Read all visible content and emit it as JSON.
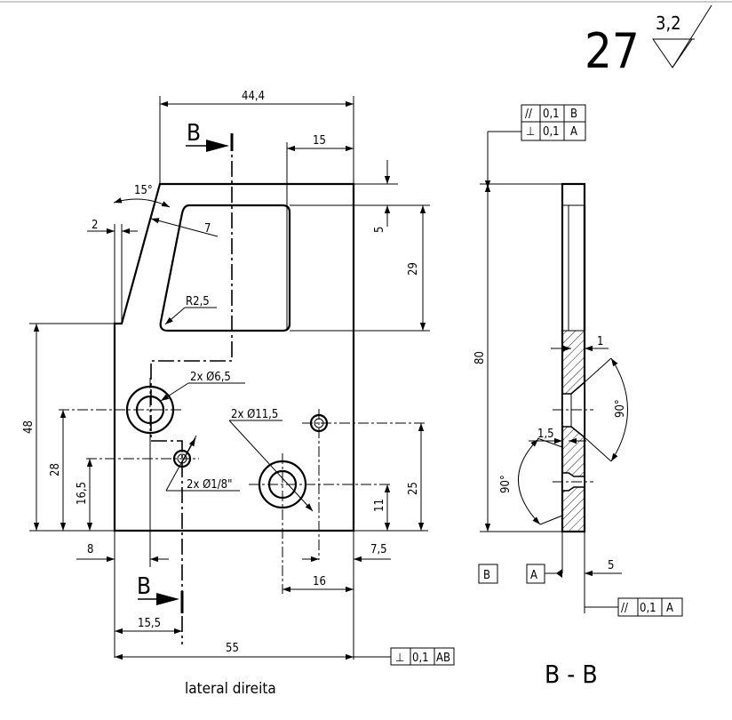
{
  "title_block": {
    "quantity": "27",
    "roughness": "3,2"
  },
  "section_mark": "B",
  "views": {
    "lateral": {
      "caption": "lateral direita",
      "dims": {
        "w_top": "44,4",
        "w_15": "15",
        "angle": "15°",
        "d2": "2",
        "d7": "7",
        "d5": "5",
        "d29": "29",
        "r": "R2,5",
        "holes_65": "2x Ø6,5",
        "holes_115": "2x Ø11,5",
        "holes_18": "2x Ø1/8\"",
        "d48": "48",
        "d28": "28",
        "d165": "16,5",
        "d25": "25",
        "d11": "11",
        "d8": "8",
        "d75": "7,5",
        "d16": "16",
        "d155": "15,5",
        "d55": "55"
      },
      "fcf_bottom": {
        "symbol": "⊥",
        "tol": "0,1",
        "datum": "AB"
      }
    },
    "section": {
      "caption": "B - B",
      "dims": {
        "d80": "80",
        "d1": "1",
        "d15": "1,5",
        "a90_upper": "90°",
        "a90_lower": "90°",
        "d5": "5"
      },
      "datum_b": "B",
      "datum_a": "A",
      "fcf_top": [
        {
          "symbol": "//",
          "tol": "0,1",
          "datum": "B"
        },
        {
          "symbol": "⊥",
          "tol": "0,1",
          "datum": "A"
        }
      ],
      "fcf_bottom": {
        "symbol": "//",
        "tol": "0,1",
        "datum": "A"
      }
    }
  }
}
